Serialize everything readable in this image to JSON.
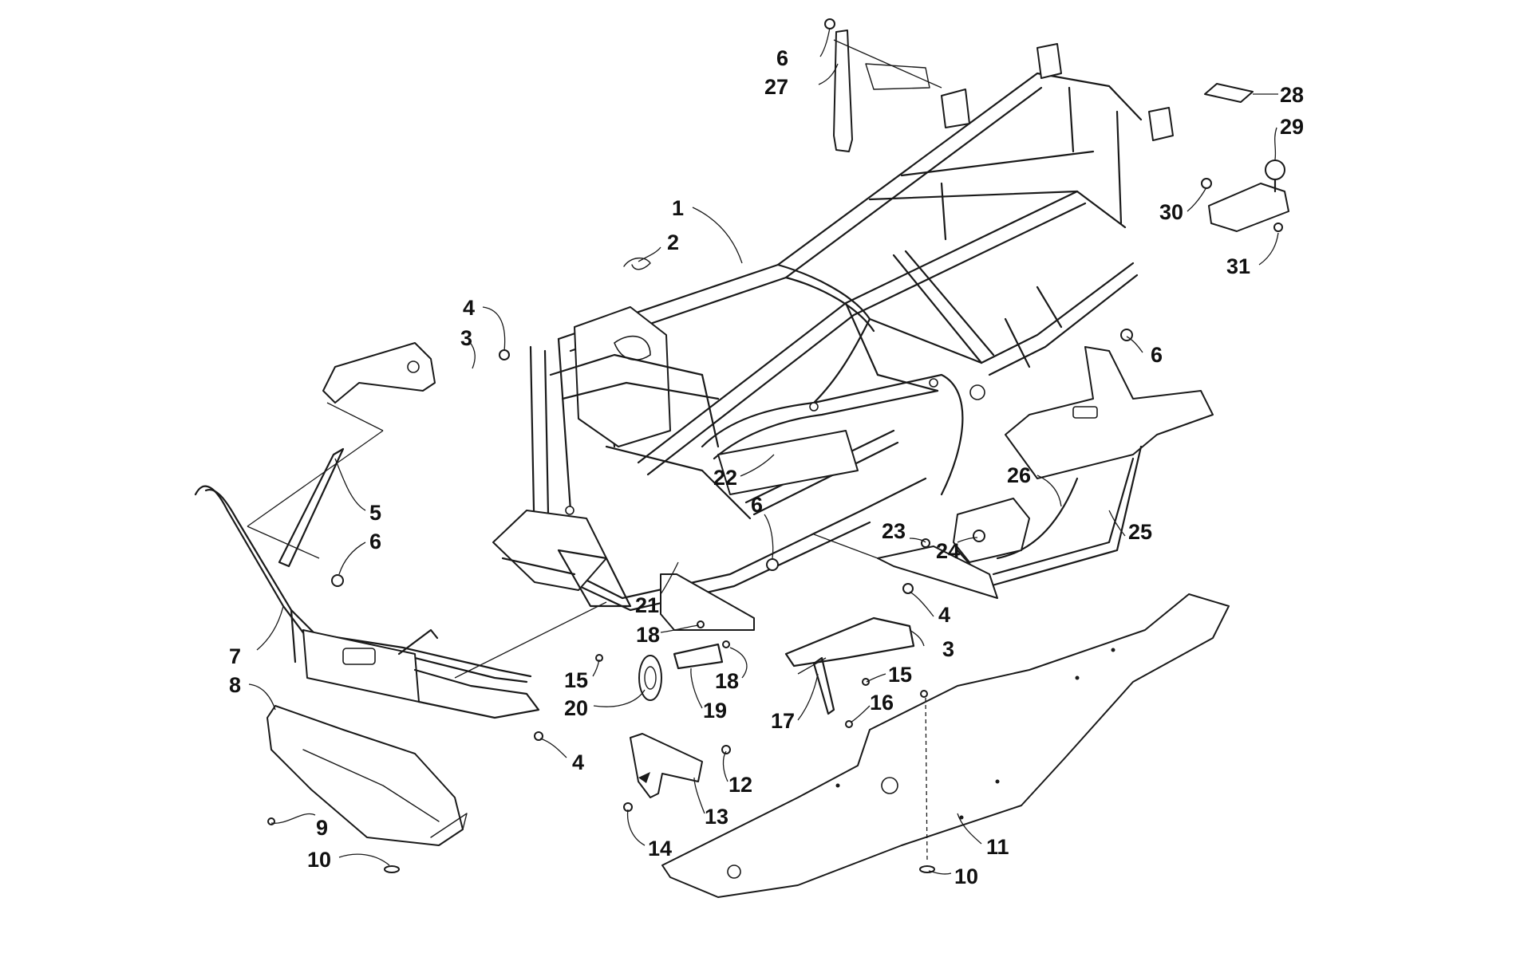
{
  "callouts": [
    {
      "id": "c1",
      "label": "1"
    },
    {
      "id": "c2",
      "label": "2"
    },
    {
      "id": "c3a",
      "label": "3"
    },
    {
      "id": "c3b",
      "label": "3"
    },
    {
      "id": "c4a",
      "label": "4"
    },
    {
      "id": "c4b",
      "label": "4"
    },
    {
      "id": "c4c",
      "label": "4"
    },
    {
      "id": "c5",
      "label": "5"
    },
    {
      "id": "c6a",
      "label": "6"
    },
    {
      "id": "c6b",
      "label": "6"
    },
    {
      "id": "c6c",
      "label": "6"
    },
    {
      "id": "c6d",
      "label": "6"
    },
    {
      "id": "c7",
      "label": "7"
    },
    {
      "id": "c8",
      "label": "8"
    },
    {
      "id": "c9",
      "label": "9"
    },
    {
      "id": "c10a",
      "label": "10"
    },
    {
      "id": "c10b",
      "label": "10"
    },
    {
      "id": "c11",
      "label": "11"
    },
    {
      "id": "c12",
      "label": "12"
    },
    {
      "id": "c13",
      "label": "13"
    },
    {
      "id": "c14",
      "label": "14"
    },
    {
      "id": "c15a",
      "label": "15"
    },
    {
      "id": "c15b",
      "label": "15"
    },
    {
      "id": "c16",
      "label": "16"
    },
    {
      "id": "c17",
      "label": "17"
    },
    {
      "id": "c18a",
      "label": "18"
    },
    {
      "id": "c18b",
      "label": "18"
    },
    {
      "id": "c19",
      "label": "19"
    },
    {
      "id": "c20",
      "label": "20"
    },
    {
      "id": "c21",
      "label": "21"
    },
    {
      "id": "c22",
      "label": "22"
    },
    {
      "id": "c23",
      "label": "23"
    },
    {
      "id": "c24",
      "label": "24"
    },
    {
      "id": "c25",
      "label": "25"
    },
    {
      "id": "c26",
      "label": "26"
    },
    {
      "id": "c27",
      "label": "27"
    },
    {
      "id": "c28",
      "label": "28"
    },
    {
      "id": "c29",
      "label": "29"
    },
    {
      "id": "c30",
      "label": "30"
    },
    {
      "id": "c31",
      "label": "31"
    }
  ]
}
